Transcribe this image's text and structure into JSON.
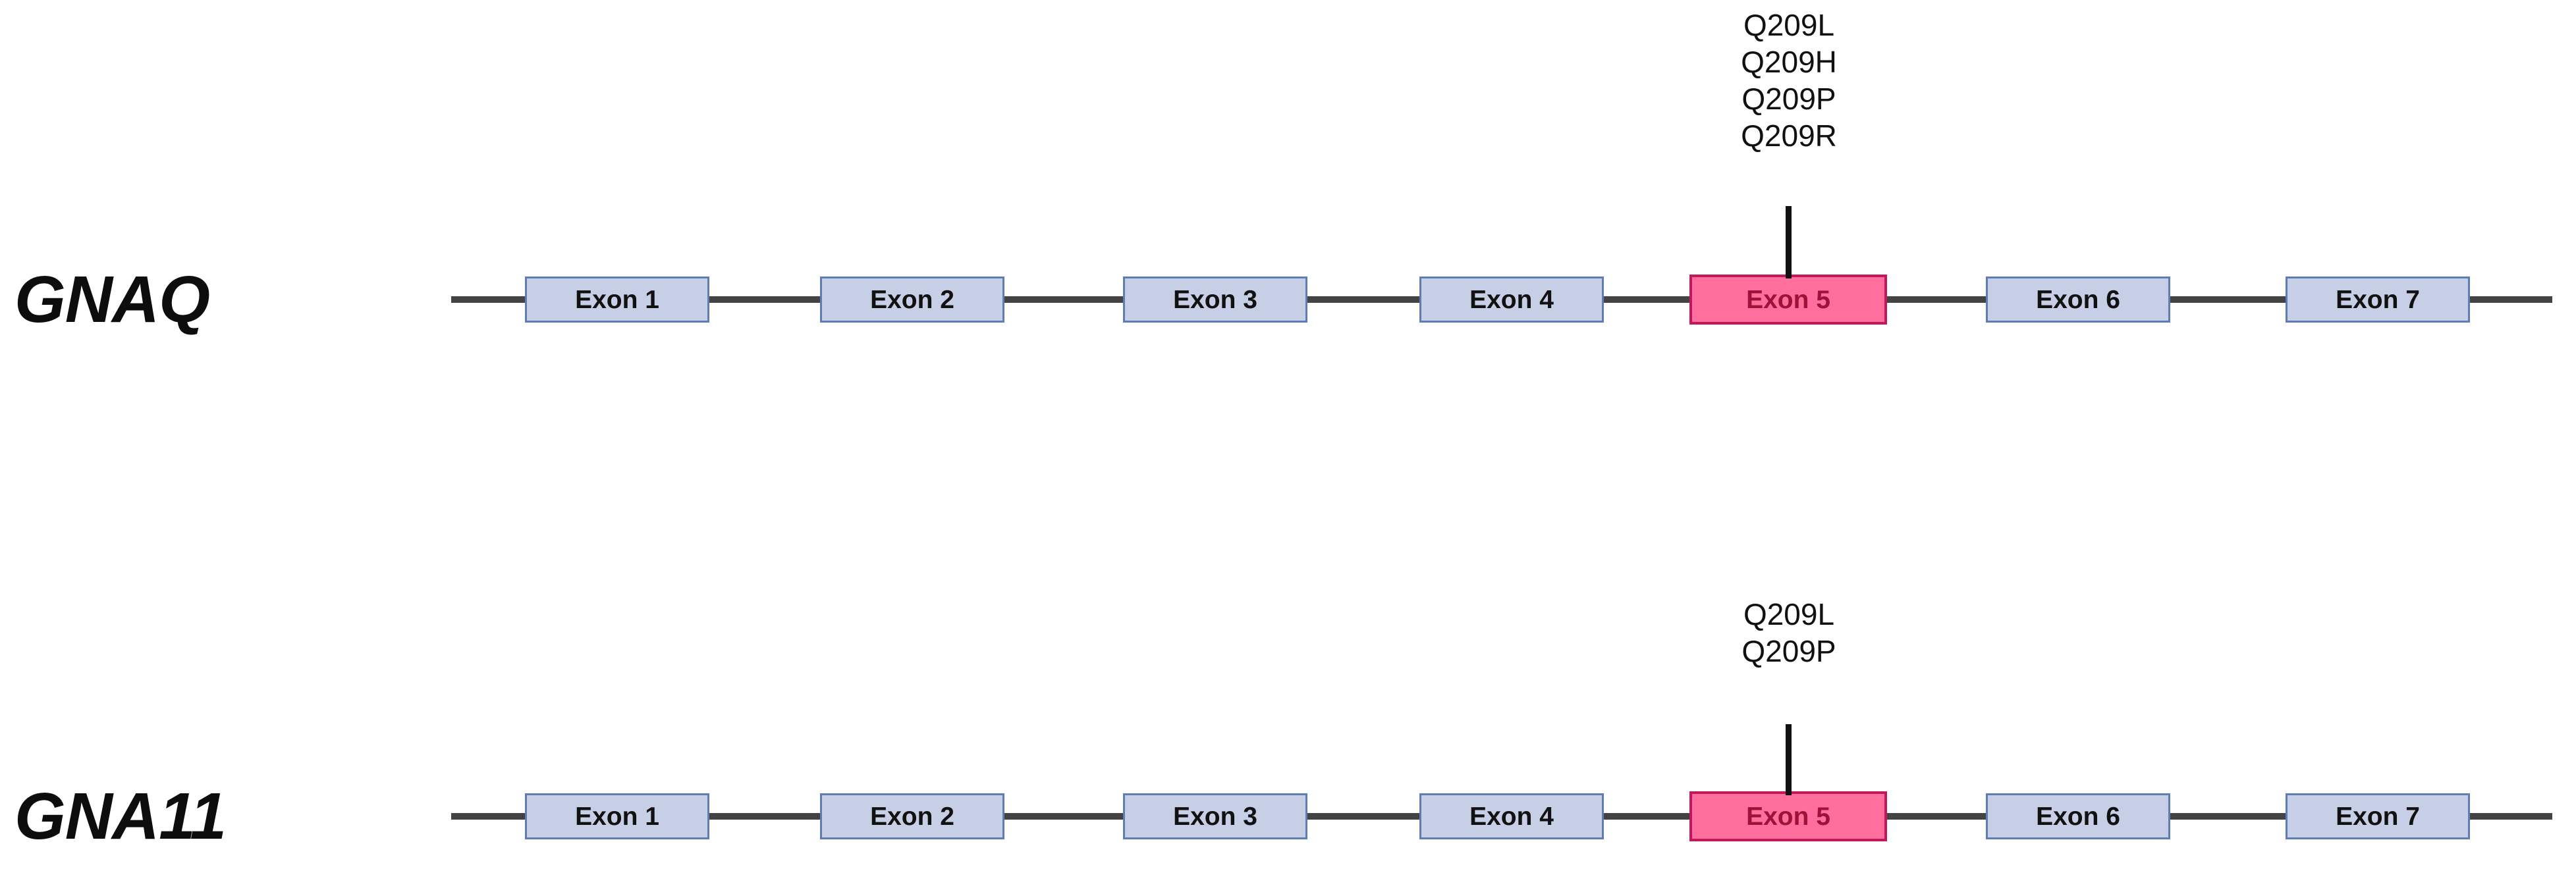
{
  "figure": {
    "type": "gene-exon-diagram",
    "background_color": "#ffffff",
    "colors": {
      "exon_normal_fill": "#c7cfe6",
      "exon_normal_border": "#5f7cb4",
      "exon_normal_text": "#111111",
      "exon_mutated_fill": "#ff6e9c",
      "exon_mutated_border": "#c2185b",
      "exon_mutated_text": "#9c1238",
      "backbone_line": "#434343",
      "lollipop_stem": "#111111",
      "gene_label_text": "#0d0d0d"
    }
  },
  "genes": [
    {
      "name": "GNAQ",
      "exons": [
        {
          "label": "Exon 1",
          "mutated": false
        },
        {
          "label": "Exon 2",
          "mutated": false
        },
        {
          "label": "Exon 3",
          "mutated": false
        },
        {
          "label": "Exon 4",
          "mutated": false
        },
        {
          "label": "Exon 5",
          "mutated": true
        },
        {
          "label": "Exon 6",
          "mutated": false
        },
        {
          "label": "Exon 7",
          "mutated": false
        }
      ],
      "mutations": [
        "Q209L",
        "Q209H",
        "Q209P",
        "Q209R"
      ],
      "mutation_target_exon": "Exon 5"
    },
    {
      "name": "GNA11",
      "exons": [
        {
          "label": "Exon 1",
          "mutated": false
        },
        {
          "label": "Exon 2",
          "mutated": false
        },
        {
          "label": "Exon 3",
          "mutated": false
        },
        {
          "label": "Exon 4",
          "mutated": false
        },
        {
          "label": "Exon 5",
          "mutated": true
        },
        {
          "label": "Exon 6",
          "mutated": false
        },
        {
          "label": "Exon 7",
          "mutated": false
        }
      ],
      "mutations": [
        "Q209L",
        "Q209P"
      ],
      "mutation_target_exon": "Exon 5"
    }
  ]
}
